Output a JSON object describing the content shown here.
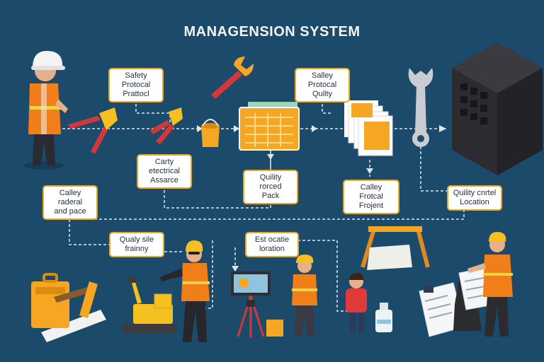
{
  "title": "MANAGENSION SYSTEM",
  "labels": {
    "safety_protocol_1": {
      "line1": "Safety Protocal",
      "line2": "Prattocl"
    },
    "safety_protocol_quality": {
      "line1": "Salley Protocal",
      "line2": "Quilty"
    },
    "carty_electrical": {
      "line1": "Carty etectrical",
      "line2": "Assarce"
    },
    "quality_rock_pack": {
      "line1": "Quility rorced",
      "line2": "Pack"
    },
    "calley_frotcal": {
      "line1": "Calley Frotcal",
      "line2": "Frojent"
    },
    "calley_material": {
      "line1": "Calley raderal",
      "line2": "and pace"
    },
    "quality_location": {
      "line1": "Quility cnrtel",
      "line2": "Location"
    },
    "qualy_site": {
      "line1": "Qualy sile",
      "line2": "frainny"
    },
    "est_ocatie": {
      "line1": "Est ocatie",
      "line2": "loration"
    }
  },
  "colors": {
    "background": "#1c4a6a",
    "accent_orange": "#f5a623",
    "vest_orange": "#f07f1a",
    "dark_block": "#2b2b30",
    "connector": "#dfe7ee"
  },
  "icons": [
    "worker-figure",
    "pliers-icon",
    "wrench-icon",
    "paint-bucket-icon",
    "document-panel-icon",
    "document-stack-icon",
    "server-block-icon",
    "toolbox-icon",
    "excavator-icon",
    "tripod-monitor-icon",
    "barrier-icon",
    "bottle-icon",
    "clipboard-icon",
    "presenter-figure",
    "engineer-figure",
    "child-figure",
    "inspector-figure"
  ]
}
